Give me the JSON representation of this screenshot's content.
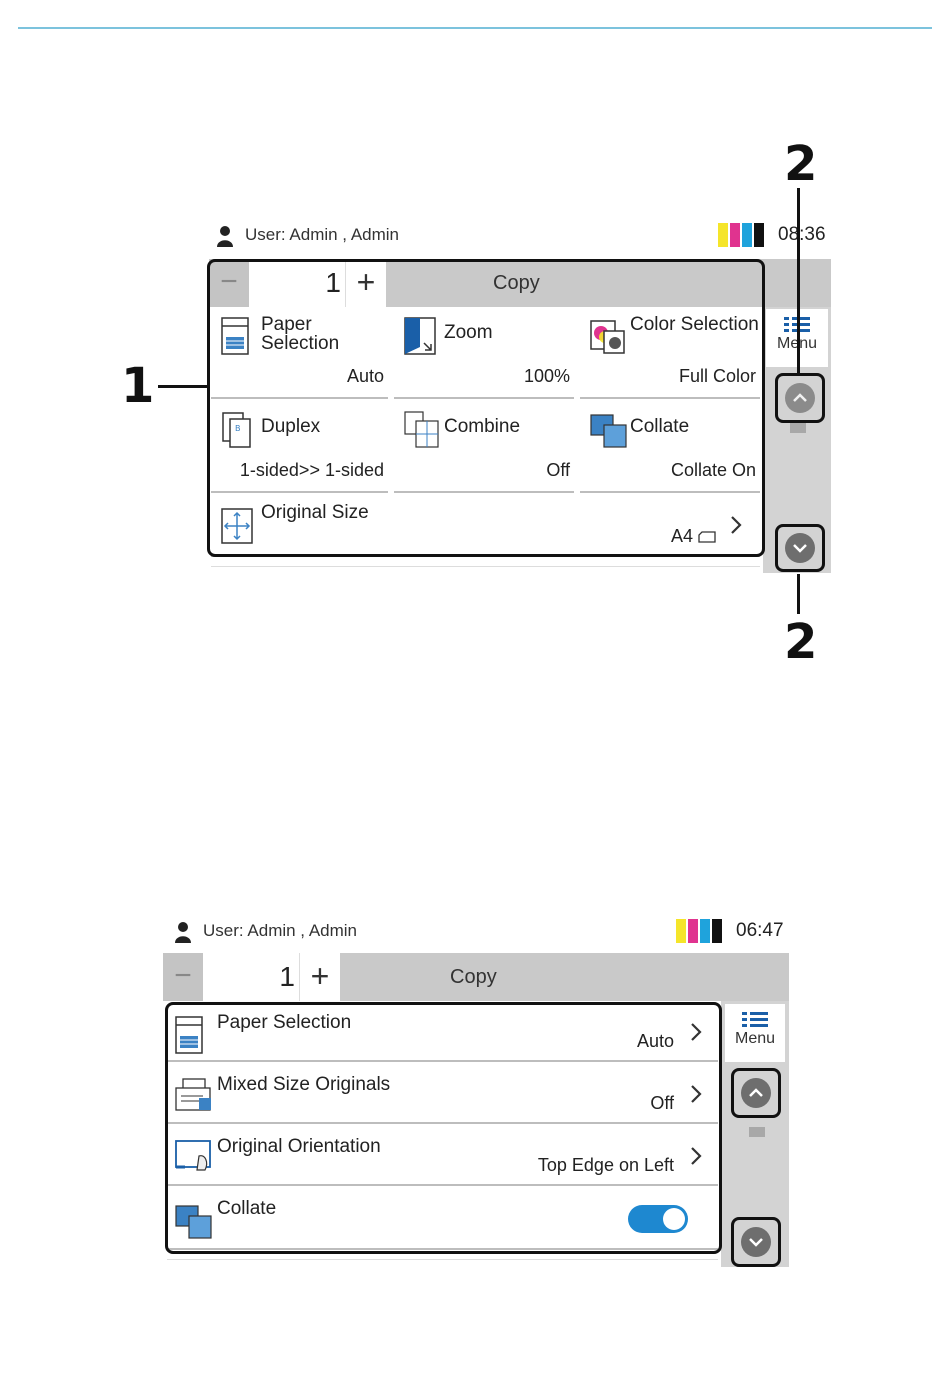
{
  "callouts": {
    "one": "1",
    "two_top": "2",
    "two_bottom": "2"
  },
  "colors": {
    "rule": "#7cc3dd",
    "toner_yellow": "#f5e52a",
    "toner_magenta": "#e0338f",
    "toner_cyan": "#1fa3dc",
    "toner_black": "#111111",
    "toggle_on": "#1e88d0",
    "scroll_circle": "#6e6e6e"
  },
  "screen1": {
    "user": "User: Admin , Admin",
    "time": "08:36",
    "copies": "1",
    "minus_label": "−",
    "plus_label": "+",
    "title": "Copy",
    "menu_label": "Menu",
    "tiles": [
      {
        "label": "Paper Selection",
        "value": "Auto",
        "icon": "paper-icon"
      },
      {
        "label": "Zoom",
        "value": "100%",
        "icon": "zoom-icon"
      },
      {
        "label": "Color Selection",
        "value": "Full Color",
        "icon": "color-icon"
      },
      {
        "label": "Duplex",
        "value": "1-sided>> 1-sided",
        "icon": "duplex-icon"
      },
      {
        "label": "Combine",
        "value": "Off",
        "icon": "combine-icon"
      },
      {
        "label": "Collate",
        "value": "Collate On",
        "icon": "collate-icon"
      }
    ],
    "original_size": {
      "label": "Original Size",
      "value": "A4"
    }
  },
  "screen2": {
    "user": "User: Admin , Admin",
    "time": "06:47",
    "copies": "1",
    "minus_label": "−",
    "plus_label": "+",
    "title": "Copy",
    "menu_label": "Menu",
    "rows": [
      {
        "label": "Paper Selection",
        "value": "Auto",
        "icon": "paper-icon"
      },
      {
        "label": "Mixed Size Originals",
        "value": "Off",
        "icon": "mixed-size-icon"
      },
      {
        "label": "Original Orientation",
        "value": "Top Edge on Left",
        "icon": "orientation-icon"
      },
      {
        "label": "Collate",
        "value": "",
        "icon": "collate-icon",
        "toggle": "on"
      }
    ]
  }
}
